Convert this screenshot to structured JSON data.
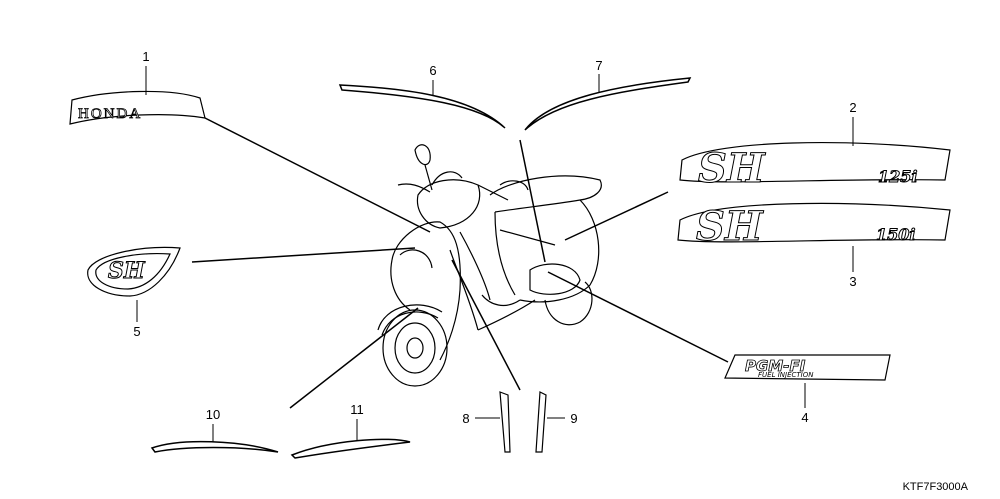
{
  "callouts": [
    "1",
    "2",
    "3",
    "4",
    "5",
    "6",
    "7",
    "8",
    "9",
    "10",
    "11"
  ],
  "emblems": {
    "honda": "HONDA",
    "sh_main": "SH",
    "sh_125_sub": "125i",
    "sh_150_sub": "150i",
    "sh_badge": "SH",
    "pgm_fi": "PGM-FI",
    "fuel_injection": "FUEL INJECTION"
  },
  "diagram_code": "KTF7F3000A"
}
